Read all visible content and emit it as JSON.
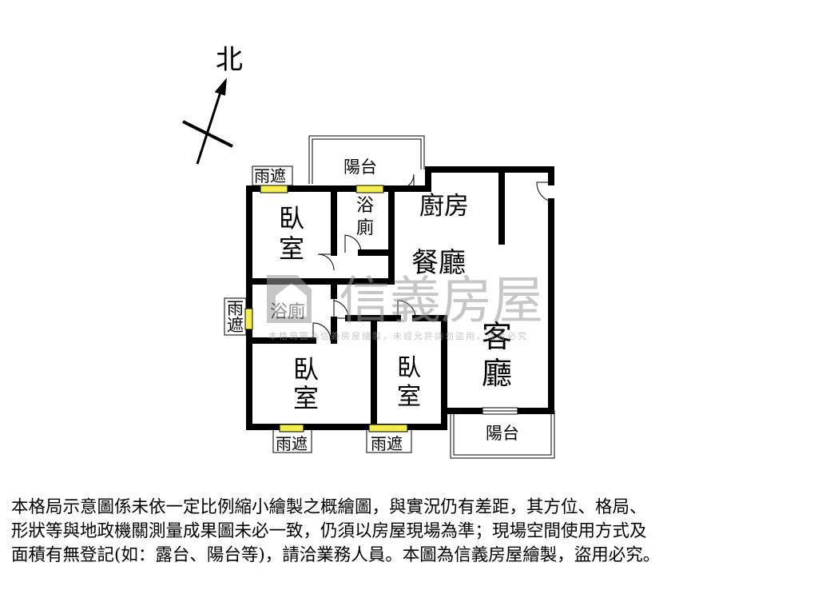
{
  "compass": {
    "north_label": "北"
  },
  "rooms": {
    "bedroom_top": [
      "臥",
      "室"
    ],
    "bath_top": [
      "浴",
      "廁"
    ],
    "kitchen": "廚房",
    "dining": "餐廳",
    "bath_mid": "浴廁",
    "bedroom_bottom_left": [
      "臥",
      "室"
    ],
    "bedroom_bottom_mid": [
      "臥",
      "室"
    ],
    "living": [
      "客",
      "廳"
    ],
    "balcony_top": "陽台",
    "balcony_bottom": "陽台"
  },
  "canopies": {
    "top_left": "雨遮",
    "left": [
      "雨",
      "遮"
    ],
    "bottom_left": "雨遮",
    "bottom_mid": "雨遮"
  },
  "watermark": {
    "brand": "信義房屋",
    "subtext": "本格局圖為信義房屋繪製，未經允許請勿盜用，違者必究"
  },
  "disclaimer": [
    "本格局示意圖係未依一定比例縮小繪製之概繪圖，與實況仍有差距，其方位、格局、",
    "形狀等與地政機關測量成果圖未必一致，仍須以房屋現場為準；現場空間使用方式及",
    "面積有無登記(如：露台、陽台等)，請洽業務人員。本圖為信義房屋繪製，盜用必究。"
  ],
  "colors": {
    "wall": "#000000",
    "window_fill": "#f2ee4a",
    "watermark": "#9a9a9a"
  }
}
